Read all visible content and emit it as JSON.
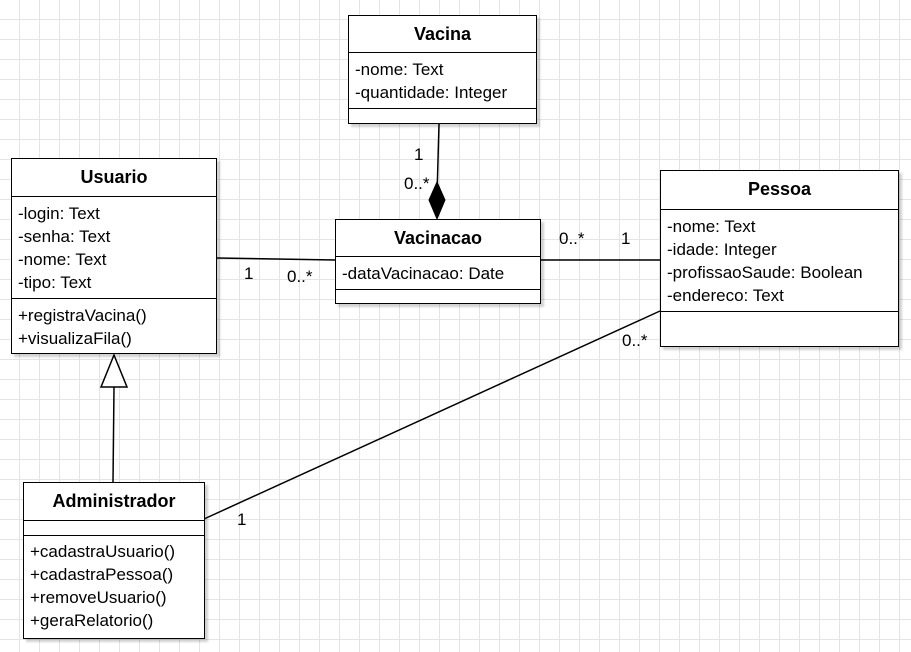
{
  "classes": {
    "vacina": {
      "name": "Vacina",
      "attributes": [
        "-nome: Text",
        "-quantidade: Integer"
      ],
      "operations": []
    },
    "usuario": {
      "name": "Usuario",
      "attributes": [
        "-login: Text",
        "-senha: Text",
        "-nome: Text",
        "-tipo: Text"
      ],
      "operations": [
        "+registraVacina()",
        "+visualizaFila()"
      ]
    },
    "vacinacao": {
      "name": "Vacinacao",
      "attributes": [
        "-dataVacinacao: Date"
      ],
      "operations": []
    },
    "pessoa": {
      "name": "Pessoa",
      "attributes": [
        "-nome: Text",
        "-idade: Integer",
        "-profissaoSaude: Boolean",
        "-endereco: Text"
      ],
      "operations": []
    },
    "administrador": {
      "name": "Administrador",
      "attributes": [],
      "operations": [
        "+cadastraUsuario()",
        "+cadastraPessoa()",
        "+removeUsuario()",
        "+geraRelatorio()"
      ]
    }
  },
  "relationships": [
    {
      "type": "composition",
      "from": "Vacina",
      "to": "Vacinacao",
      "source_multiplicity": "1",
      "target_multiplicity": "0..*"
    },
    {
      "type": "association",
      "from": "Usuario",
      "to": "Vacinacao",
      "source_multiplicity": "1",
      "target_multiplicity": "0..*"
    },
    {
      "type": "association",
      "from": "Vacinacao",
      "to": "Pessoa",
      "source_multiplicity": "0..*",
      "target_multiplicity": "1"
    },
    {
      "type": "association",
      "from": "Administrador",
      "to": "Pessoa",
      "source_multiplicity": "1",
      "target_multiplicity": "0..*"
    },
    {
      "type": "generalization",
      "from": "Administrador",
      "to": "Usuario"
    }
  ],
  "colors": {
    "line": "#000000",
    "grid": "#e4e4e4",
    "box": "#ffffff"
  }
}
